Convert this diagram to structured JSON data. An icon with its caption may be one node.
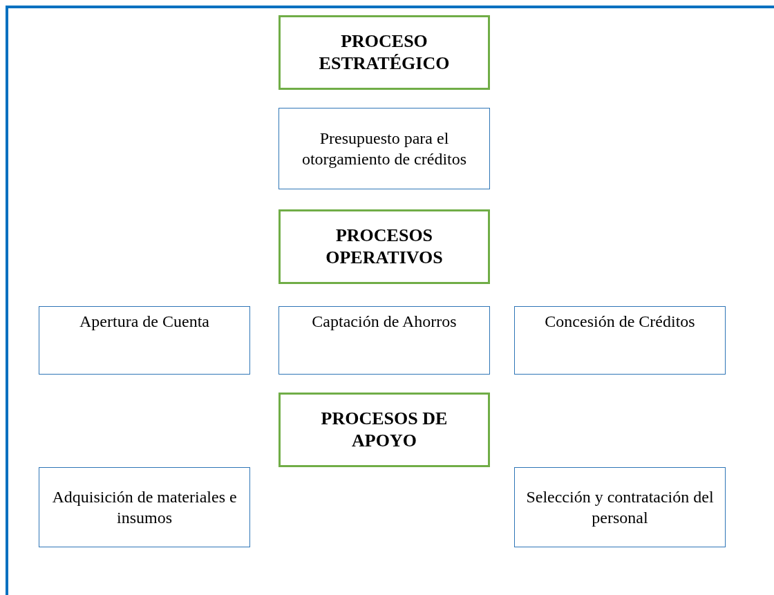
{
  "diagram": {
    "nodes": [
      {
        "text": [
          "PROCESO ESTRATÉGICO"
        ]
      },
      {
        "text": [
          "Presupuesto para el otorgamiento de créditos"
        ]
      },
      {
        "text": [
          "PROCESOS OPERATIVOS"
        ]
      },
      {
        "text": [
          "Apertura de Cuenta"
        ]
      },
      {
        "text": [
          "Captación de Ahorros"
        ]
      },
      {
        "text": [
          "Concesión de Créditos"
        ]
      },
      {
        "text": [
          "PROCESOS DE APOYO"
        ]
      },
      {
        "text": [
          "Adquisición de materiales e insumos"
        ]
      },
      {
        "text": [
          "Selección y contratación del personal"
        ]
      }
    ],
    "edges": []
  }
}
